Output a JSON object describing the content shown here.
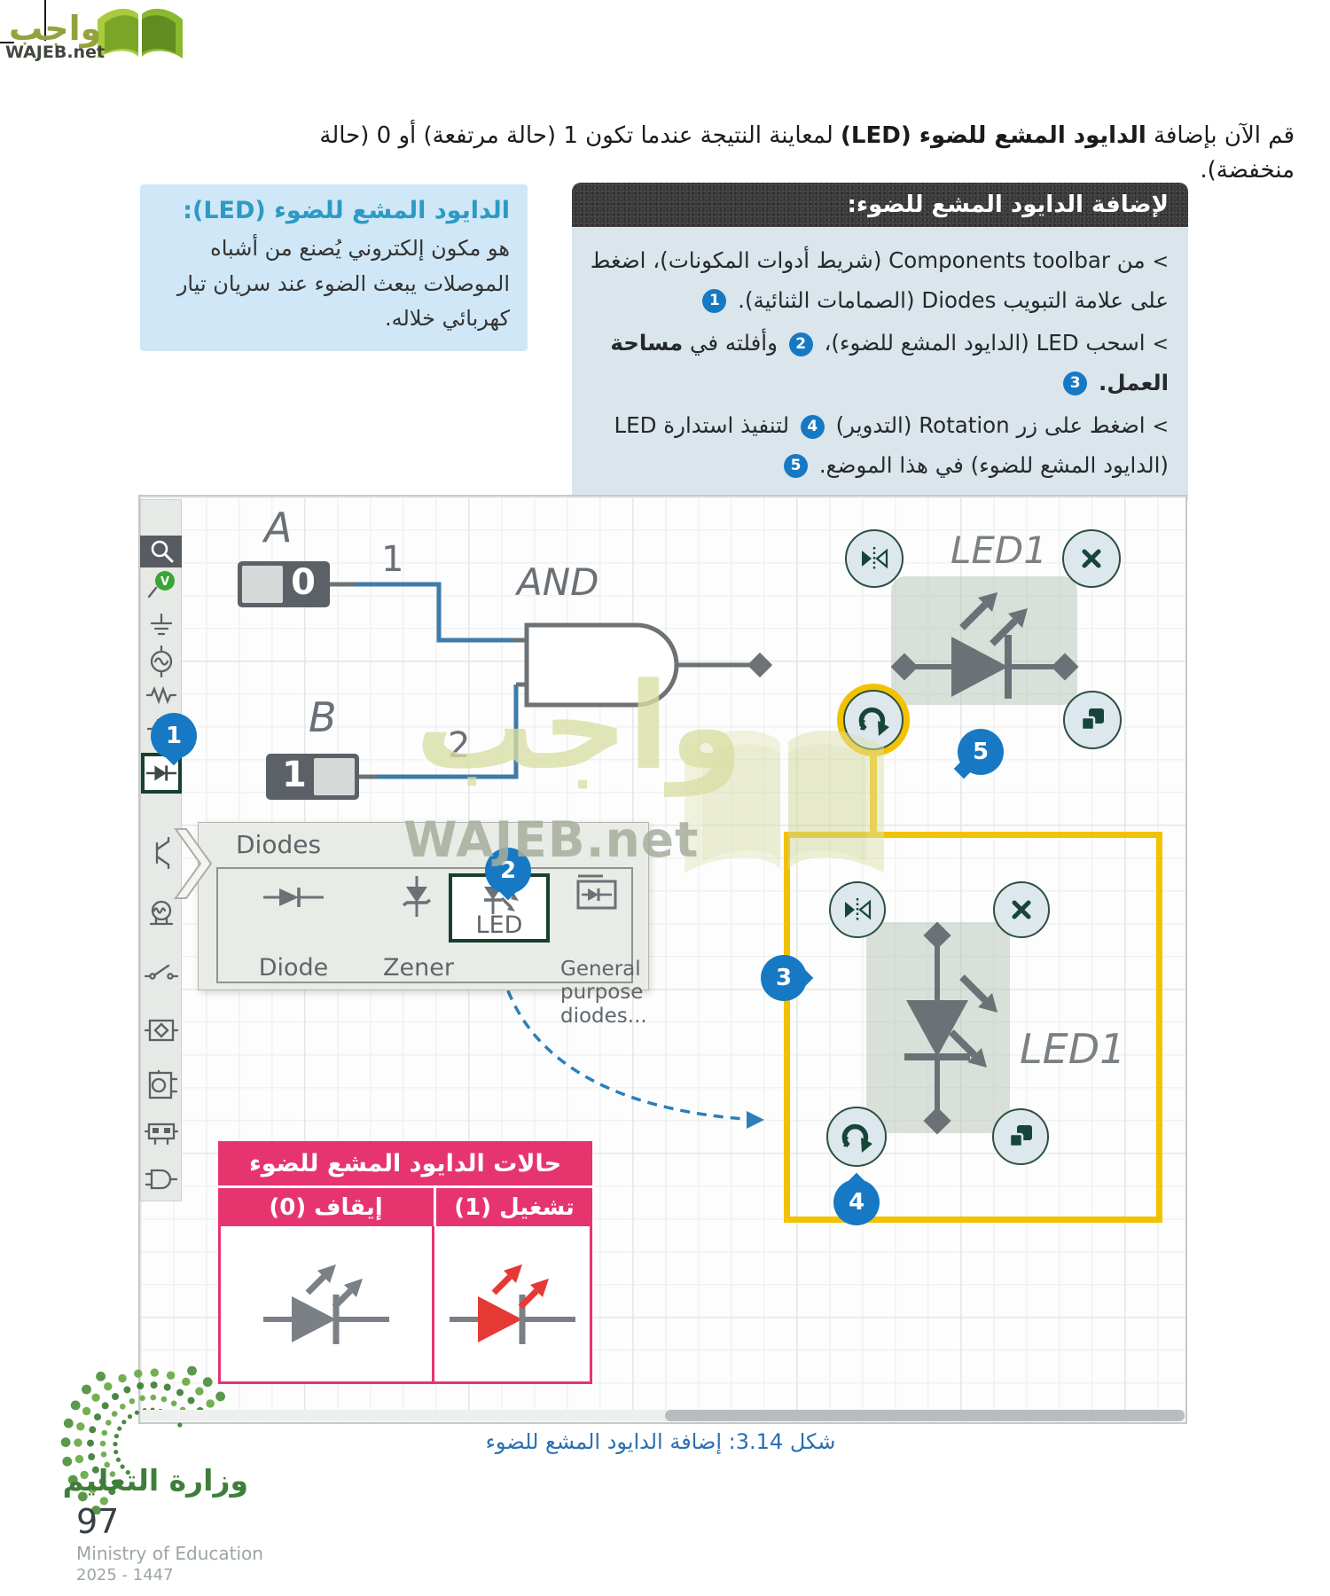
{
  "colors": {
    "badge_blue": "#1779C4",
    "selection_yellow": "#F2C100",
    "selection_green_border": "#16402F",
    "table_pink": "#E6346F",
    "led_on_red": "#E53935",
    "wire_blue": "#3E7CA8",
    "component_gray": "#6B7176",
    "caption_blue": "#2B6FB2",
    "sidenote_bg": "#CFE7F6",
    "sidenote_title": "#2D9AC4",
    "instruction_header_bg": "#3B3B3B",
    "instruction_body_bg": "#DBE5EC",
    "logo_green": "#95A23B"
  },
  "logo": {
    "arabic": "واجب",
    "latin": "WAJEB.net"
  },
  "watermark": {
    "arabic": "واجب",
    "latin": "WAJEB.net"
  },
  "intro": {
    "pre": "قم الآن بإضافة ",
    "bold": "الدايود المشع للضوء (LED)",
    "post": " لمعاينة النتيجة عندما تكون 1 (حالة مرتفعة) أو 0 (حالة منخفضة)."
  },
  "instructions": {
    "title": "لإضافة الدايود المشع للضوء:",
    "marker": ">",
    "steps": [
      {
        "parts": [
          {
            "t": "من Components toolbar (شريط أدوات المكونات)، اضغط على علامة التبويب Diodes (الصمامات الثنائية). "
          },
          {
            "badge": "1"
          }
        ]
      },
      {
        "parts": [
          {
            "t": "اسحب LED (الدايود المشع للضوء)، "
          },
          {
            "badge": "2"
          },
          {
            "t": " وأفلته في "
          },
          {
            "t": "مساحة العمل.",
            "bold": true
          },
          {
            "t": " "
          },
          {
            "badge": "3"
          }
        ]
      },
      {
        "parts": [
          {
            "t": "اضغط على زر Rotation (التدوير) "
          },
          {
            "badge": "4"
          },
          {
            "t": " لتنفيذ استدارة LED (الدايود المشع للضوء) في هذا الموضع. "
          },
          {
            "badge": "5"
          }
        ]
      }
    ]
  },
  "sidenote": {
    "title": "الدايود المشع للضوء (LED):",
    "body": "هو مكون إلكتروني يُصنع من أشباه الموصلات يبعث الضوء عند سريان تيار كهربائي خلاله."
  },
  "canvas": {
    "toolbar": {
      "icons": [
        "search-icon",
        "voltage-probe-icon",
        "ground-icon",
        "ac-source-icon",
        "resistor-icon",
        "capacitor-icon",
        "diode-selected-icon",
        "transistor-icon",
        "lamp-icon",
        "switch-icon",
        "crystal-icon",
        "op-amp-icon",
        "relay-icon",
        "logic-gate-icon"
      ]
    },
    "inputs": {
      "a_label": "A",
      "a_value": "0",
      "b_label": "B",
      "b_value": "1"
    },
    "wire_labels": {
      "w1": "1",
      "w2": "2"
    },
    "gate_label": "AND",
    "led_top": {
      "label": "LED1"
    },
    "led_bottom": {
      "label": "LED1"
    },
    "popup": {
      "title": "Diodes",
      "items": [
        {
          "label": "Diode"
        },
        {
          "label": "Zener"
        },
        {
          "label": "LED",
          "selected": true
        },
        {
          "label": "General purpose diodes..."
        }
      ]
    },
    "badges": {
      "b1": "1",
      "b2": "2",
      "b3": "3",
      "b4": "4",
      "b5": "5"
    },
    "button_icons": [
      "flip-horizontal-icon",
      "close-icon",
      "rotate-icon",
      "copy-icon"
    ]
  },
  "states_table": {
    "title": "حالات الدايود المشع للضوء",
    "columns": [
      {
        "label": "تشغيل (1)",
        "state": "on"
      },
      {
        "label": "إيقاف (0)",
        "state": "off"
      }
    ]
  },
  "caption": "شكل 3.14: إضافة الدايود المشع للضوء",
  "footer": {
    "ministry_ar": "وزارة التعليم",
    "page_number": "97",
    "ministry_en": "Ministry of Education",
    "edition": "2025 - 1447"
  }
}
